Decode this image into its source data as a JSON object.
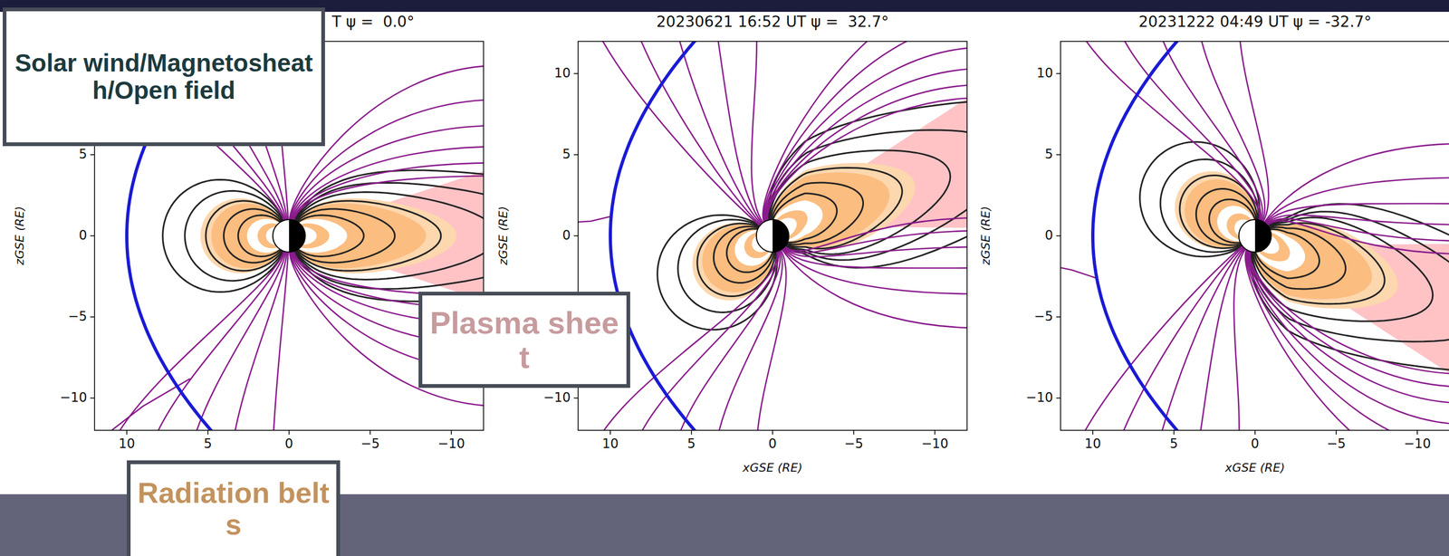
{
  "diagram": {
    "nodes": [
      {
        "text": [
          "Solar wind/Magnetosheath/Open field"
        ]
      },
      {
        "text": [
          "Plasma sheet"
        ]
      },
      {
        "text": [
          "Radiation belts"
        ]
      }
    ],
    "labels": [
      "T ψ =  0.0°",
      "20230621 16:52 UT ψ =  32.7°",
      "20231222 04:49 UT ψ = -32.7°",
      "5",
      "0",
      "−5",
      "−10",
      "10",
      "5",
      "0",
      "−5",
      "−10",
      "zGSE (RE)",
      "10",
      "5",
      "0",
      "−10",
      "10",
      "5",
      "0",
      "−5",
      "−10",
      "zGSE (RE)",
      "xGSE (RE)",
      "10",
      "5",
      "0",
      "−5",
      "−10",
      "10",
      "5",
      "0",
      "−5",
      "−10",
      "zGSE (RE)",
      "xGSE (RE)"
    ]
  }
}
